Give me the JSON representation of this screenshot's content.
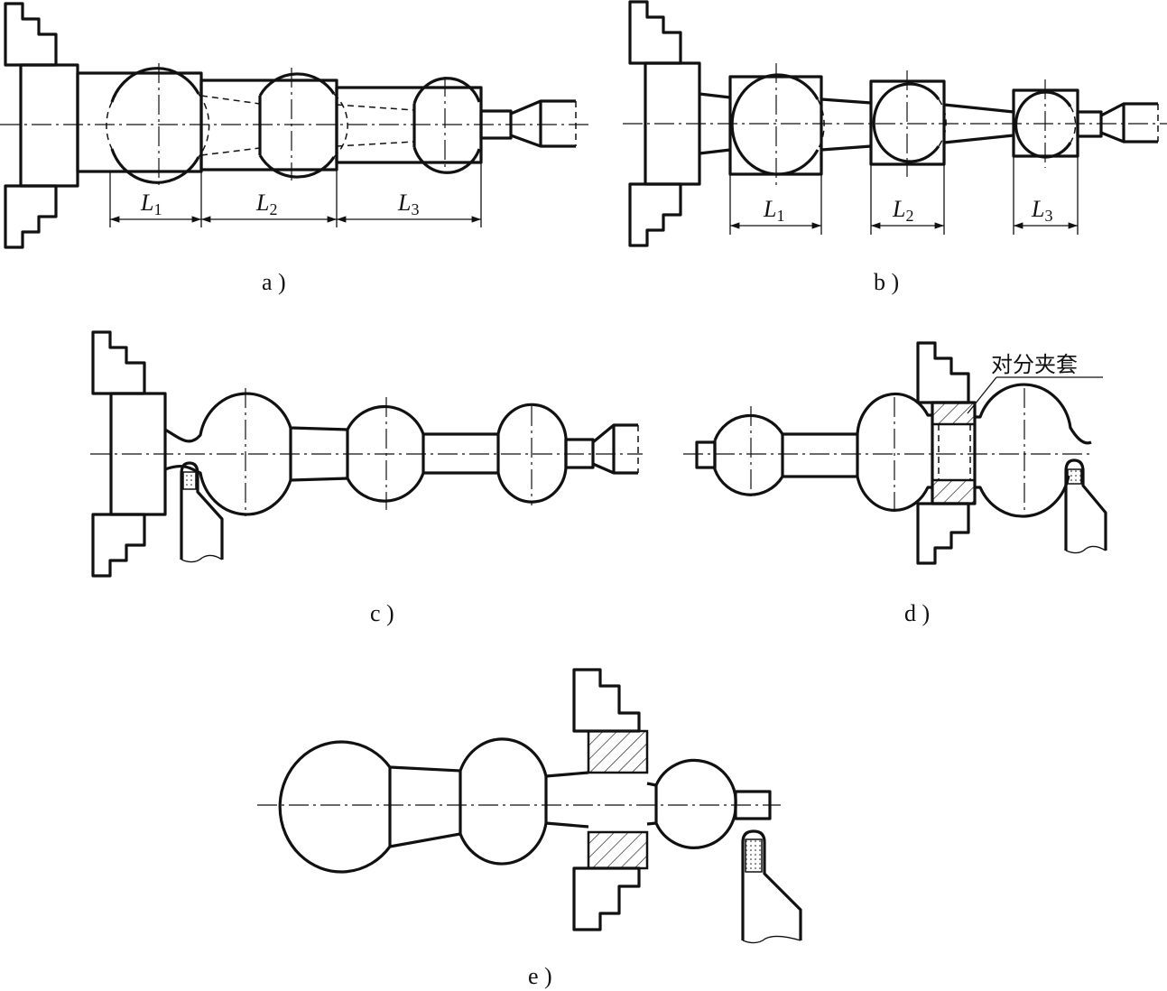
{
  "panels": [
    {
      "id": "a",
      "caption": "a )",
      "dims": [
        {
          "letter": "L",
          "sub": "1"
        },
        {
          "letter": "L",
          "sub": "2"
        },
        {
          "letter": "L",
          "sub": "3"
        }
      ]
    },
    {
      "id": "b",
      "caption": "b )",
      "dims": [
        {
          "letter": "L",
          "sub": "1"
        },
        {
          "letter": "L",
          "sub": "2"
        },
        {
          "letter": "L",
          "sub": "3"
        }
      ]
    },
    {
      "id": "c",
      "caption": "c )"
    },
    {
      "id": "d",
      "caption": "d )",
      "annotation": "对分夹套"
    },
    {
      "id": "e",
      "caption": "e )"
    }
  ]
}
